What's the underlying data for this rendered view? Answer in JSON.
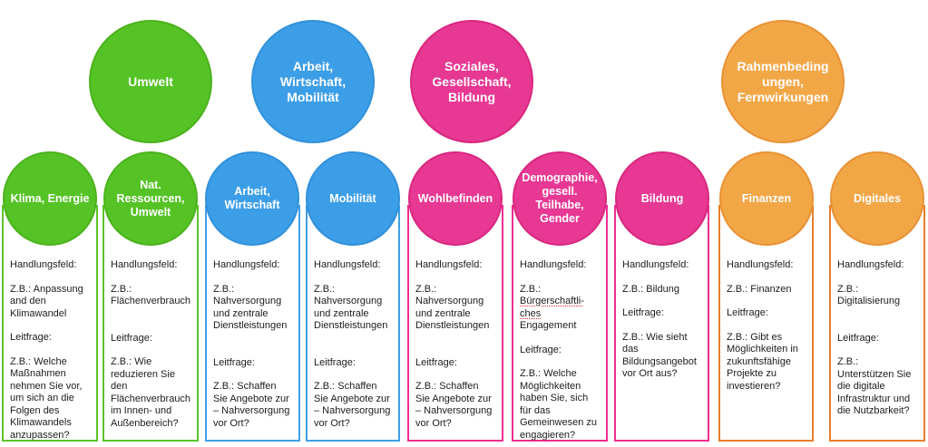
{
  "palette": {
    "green": "#55C326",
    "blue": "#3D9EE8",
    "pink": "#E73894",
    "orange": "#F2A747",
    "box_border_green": "#5BC42C",
    "box_border_blue": "#3E9FE8",
    "box_border_pink": "#EE2D92",
    "box_border_orange": "#E87E2B",
    "spellcheck_underline": "#e02b2b"
  },
  "labels": {
    "handlungsfeld": "Handlungsfeld:",
    "leitfrage": "Leitfrage:"
  },
  "top_circles": [
    {
      "label": "Umwelt",
      "color": "green"
    },
    {
      "label": "Arbeit, Wirtschaft, Mobilität",
      "color": "blue"
    },
    {
      "label": "Soziales, Gesellschaft, Bildung",
      "color": "pink"
    },
    {
      "label": "Rahmenbeding ungen, Fernwirkungen",
      "color": "orange"
    }
  ],
  "columns": [
    {
      "title": "Klima, Energie",
      "color": "green",
      "handlungsfeld": "Z.B.: Anpassung and den Klimawandel",
      "leitfrage": "Z.B.: Welche Maßnahmen nehmen Sie vor, um sich an die Folgen des Klimawandels anzupassen?"
    },
    {
      "title": "Nat. Ressourcen, Umwelt",
      "color": "green",
      "handlungsfeld": "Z.B.: Flächenverbrauch",
      "leitfrage": "Z.B.: Wie reduzieren Sie den Flächenverbrauch im Innen- und Außenbereich?"
    },
    {
      "title": "Arbeit, Wirtschaft",
      "color": "blue",
      "handlungsfeld": "Z.B.: Nahversorgung und zentrale Dienstleistungen",
      "leitfrage": "Z.B.: Schaffen Sie Angebote zur – Nahversorgung vor Ort?"
    },
    {
      "title": "Mobilität",
      "color": "blue",
      "handlungsfeld": "Z.B.: Nahversorgung und zentrale Dienstleistungen",
      "leitfrage": "Z.B.: Schaffen Sie Angebote zur – Nahversorgung vor Ort?"
    },
    {
      "title": "Wohlbefinden",
      "color": "pink",
      "handlungsfeld": "Z.B.: Nahversorgung und zentrale Dienstleistungen",
      "leitfrage": "Z.B.: Schaffen Sie Angebote zur – Nahversorgung vor Ort?"
    },
    {
      "title": "Demographie, gesell. Teilhabe, Gender",
      "color": "pink",
      "hf_pre": "Z.B.: ",
      "hf_marked": "Bürgerschaftli-ches",
      "hf_post": " Engagement",
      "leitfrage": "Z.B.: Welche Möglichkeiten haben Sie, sich für das Gemeinwesen zu engagieren?"
    },
    {
      "title": "Bildung",
      "color": "pink",
      "handlungsfeld": "Z.B.: Bildung",
      "leitfrage": "Z.B.: Wie sieht das Bildungsangebot vor Ort aus?"
    },
    {
      "title": "Finanzen",
      "color": "orange",
      "handlungsfeld": "Z.B.: Finanzen",
      "leitfrage": "Z.B.: Gibt es Möglichkeiten in zukunftsfähige Projekte zu investieren?"
    },
    {
      "title": "Digitales",
      "color": "orange",
      "handlungsfeld": "Z.B.: Digitalisierung",
      "leitfrage": "Z.B.: Unterstützen Sie die digitale Infrastruktur und die Nutzbarkeit?"
    }
  ]
}
